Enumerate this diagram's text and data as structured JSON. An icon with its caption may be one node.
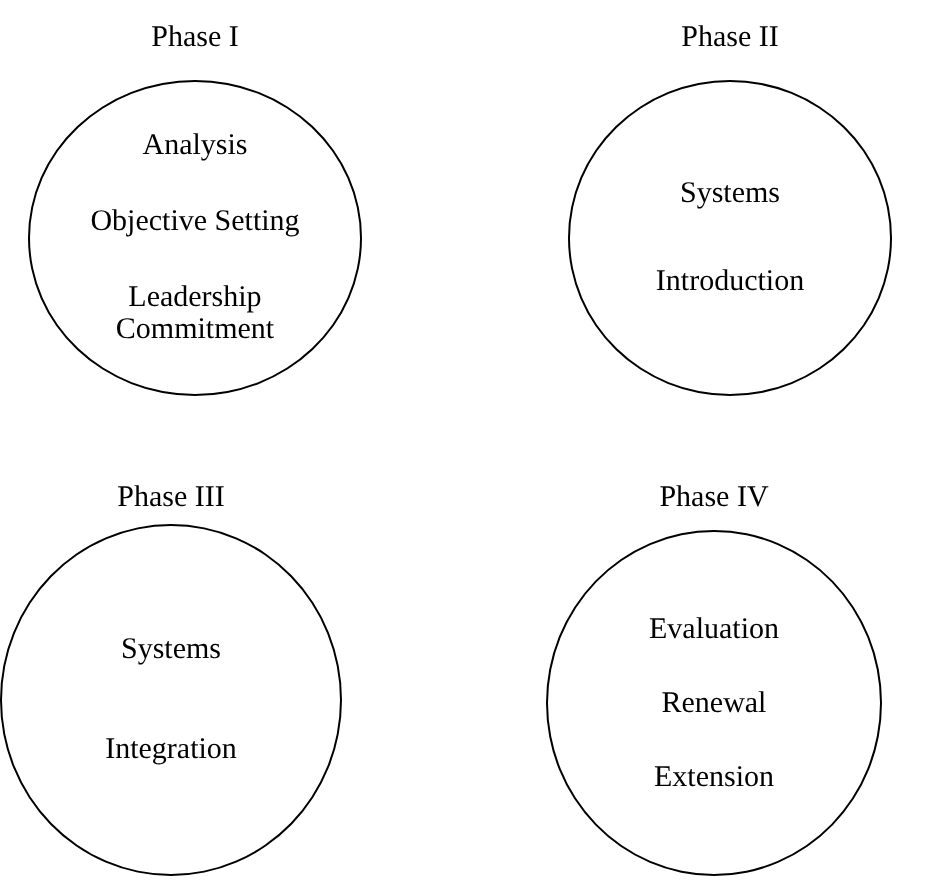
{
  "diagram": {
    "nodes": [
      {
        "text": [
          "Phase I",
          "Analysis",
          "Objective Setting",
          "Leadership Commitment"
        ]
      },
      {
        "text": [
          "Phase II",
          "Systems Introduction"
        ]
      },
      {
        "text": [
          "Phase III",
          "Systems Integration"
        ]
      },
      {
        "text": [
          "Phase IV",
          "Evaluation",
          "Renewal",
          "Extension"
        ]
      }
    ],
    "edges": []
  }
}
